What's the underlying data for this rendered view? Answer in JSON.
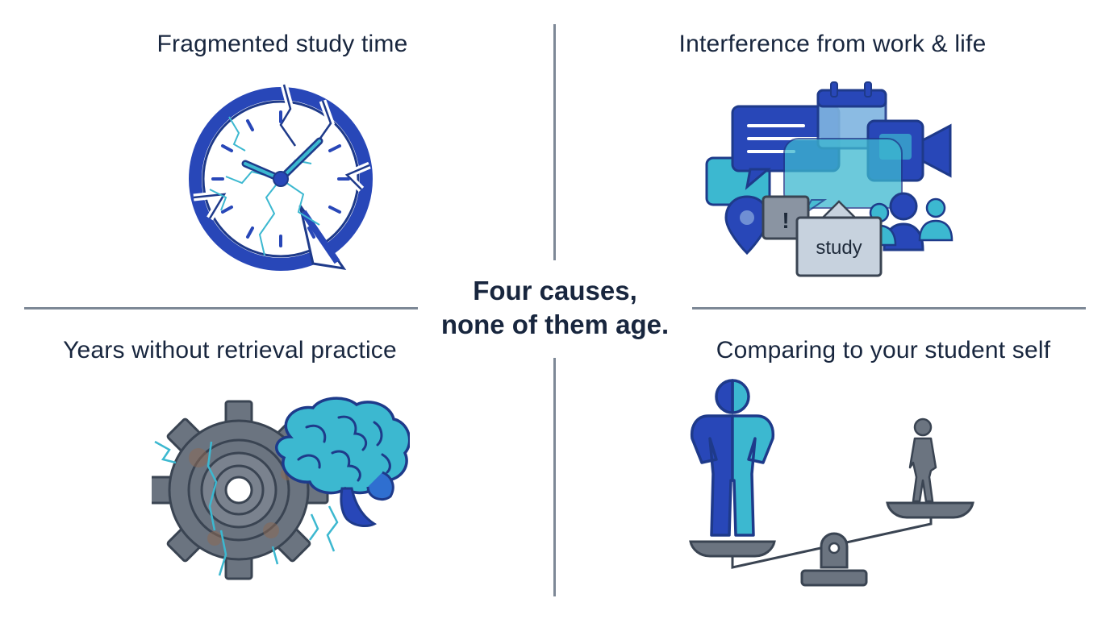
{
  "center_message": {
    "line1": "Four causes,",
    "line2": "none of them age."
  },
  "quadrants": [
    {
      "title": "Fragmented study time",
      "icon": "broken-clock-icon"
    },
    {
      "title": "Interference from work & life",
      "icon": "distractions-icon",
      "note_label": "study"
    },
    {
      "title": "Years without retrieval practice",
      "icon": "rusty-gear-brain-icon"
    },
    {
      "title": "Comparing to your student self",
      "icon": "seesaw-comparison-icon"
    }
  ],
  "colors": {
    "navy": "#1e3a8a",
    "blue": "#2847b8",
    "teal": "#3cb8d0",
    "gray": "#5c6672",
    "divider": "#7d8896",
    "text": "#18263e"
  }
}
